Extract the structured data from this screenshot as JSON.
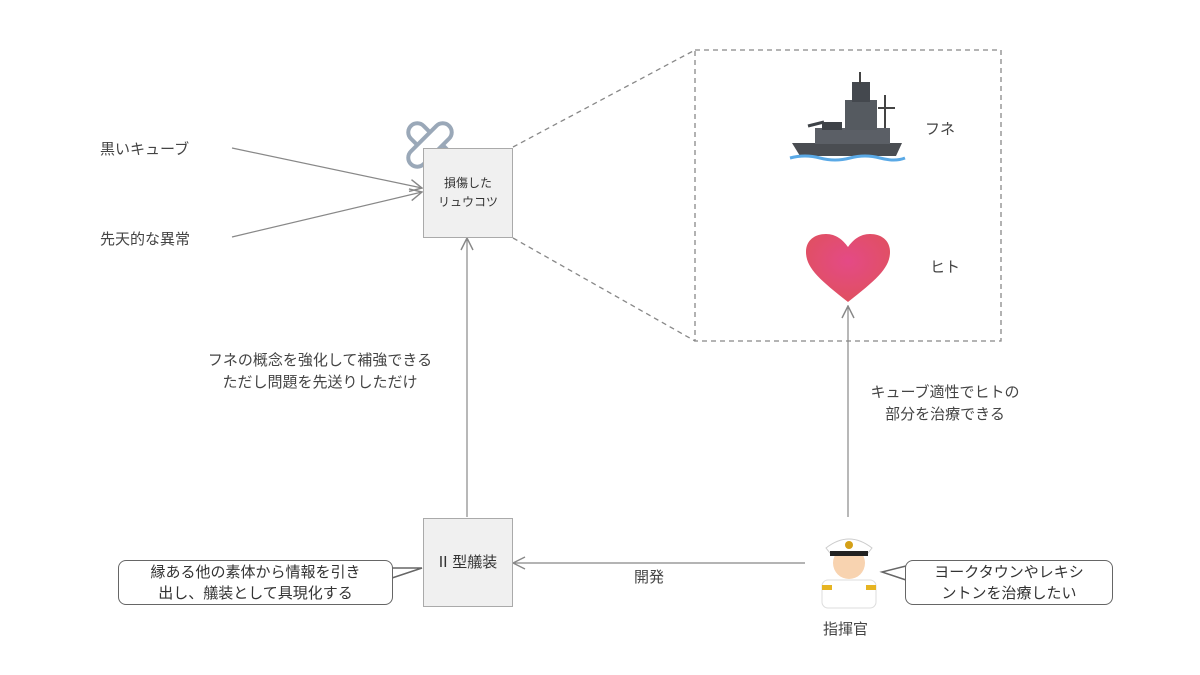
{
  "inputs": [
    "黒いキューブ",
    "先天的な異常"
  ],
  "damaged_box": {
    "line1": "損傷した",
    "line2": "リュウコツ"
  },
  "detail": {
    "ship_label": "フネ",
    "heart_label": "ヒト"
  },
  "rigging_box": "II 型艤装",
  "reinforce_note": {
    "line1": "フネの概念を強化して補強できる",
    "line2": "ただし問題を先送りしただけ"
  },
  "cube_note": {
    "line1": "キューブ適性でヒトの",
    "line2": "部分を治療できる"
  },
  "develop_label": "開発",
  "commander_label": "指揮官",
  "left_callout": {
    "line1": "縁ある他の素体から情報を引き",
    "line2": "出し、艤装として具現化する"
  },
  "right_callout": {
    "line1": "ヨークタウンやレキシ",
    "line2": "ントンを治療したい"
  },
  "colors": {
    "line": "#888",
    "box_fill": "#f0f0f0",
    "heart": "#e0456a",
    "bandage": "#9aa8b8"
  }
}
